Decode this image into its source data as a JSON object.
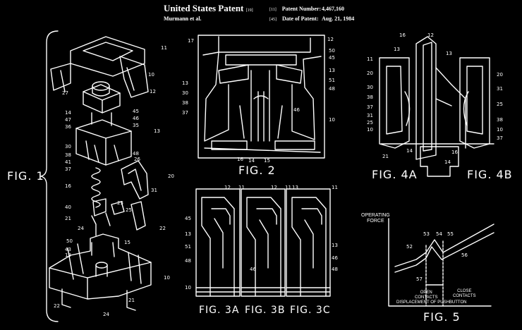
{
  "header": {
    "title": "United States Patent",
    "title_ref": "[19]",
    "inventor": "Murmann et al.",
    "patent_number_ref": "[11]",
    "patent_number_label": "Patent Number:",
    "patent_number": "4,467,160",
    "date_ref": "[45]",
    "date_label": "Date of Patent:",
    "date": "Aug. 21, 1984"
  },
  "figures": {
    "fig1": "FIG. 1",
    "fig2": "FIG. 2",
    "fig3a": "FIG. 3A",
    "fig3b": "FIG. 3B",
    "fig3c": "FIG. 3C",
    "fig4a": "FIG. 4A",
    "fig4b": "FIG. 4B",
    "fig5": "FIG. 5"
  },
  "fig5_text": {
    "ylabel_1": "OPERATING",
    "ylabel_2": "FORCE",
    "xlabel": "DISPLACEMENT OF PUSHBUTTON",
    "open_1": "OPEN",
    "open_2": "CONTACTS",
    "close_1": "CLOSE",
    "close_2": "CONTACTS"
  },
  "refs": {
    "f1": [
      "11",
      "27",
      "10",
      "12",
      "14",
      "45",
      "46",
      "47",
      "35",
      "36",
      "13",
      "30",
      "38",
      "41",
      "37",
      "48",
      "26",
      "16",
      "20",
      "31",
      "40",
      "23",
      "25",
      "21",
      "24",
      "22",
      "50",
      "15",
      "43",
      "13",
      "22",
      "10",
      "21",
      "24"
    ],
    "f2": [
      "17",
      "12",
      "50",
      "45",
      "13",
      "13",
      "51",
      "30",
      "48",
      "38",
      "46",
      "37",
      "10",
      "16",
      "14",
      "15"
    ],
    "f3": [
      "11",
      "12",
      "45",
      "13",
      "51",
      "48",
      "10",
      "11",
      "12",
      "13",
      "46",
      "11",
      "13",
      "46",
      "48"
    ],
    "f4": [
      "16",
      "12",
      "11",
      "13",
      "20",
      "30",
      "38",
      "37",
      "31",
      "25",
      "10",
      "21",
      "14",
      "13",
      "20",
      "31",
      "25",
      "38",
      "10",
      "37",
      "16",
      "14"
    ],
    "f5": [
      "52",
      "53",
      "54",
      "55",
      "56",
      "57"
    ]
  }
}
